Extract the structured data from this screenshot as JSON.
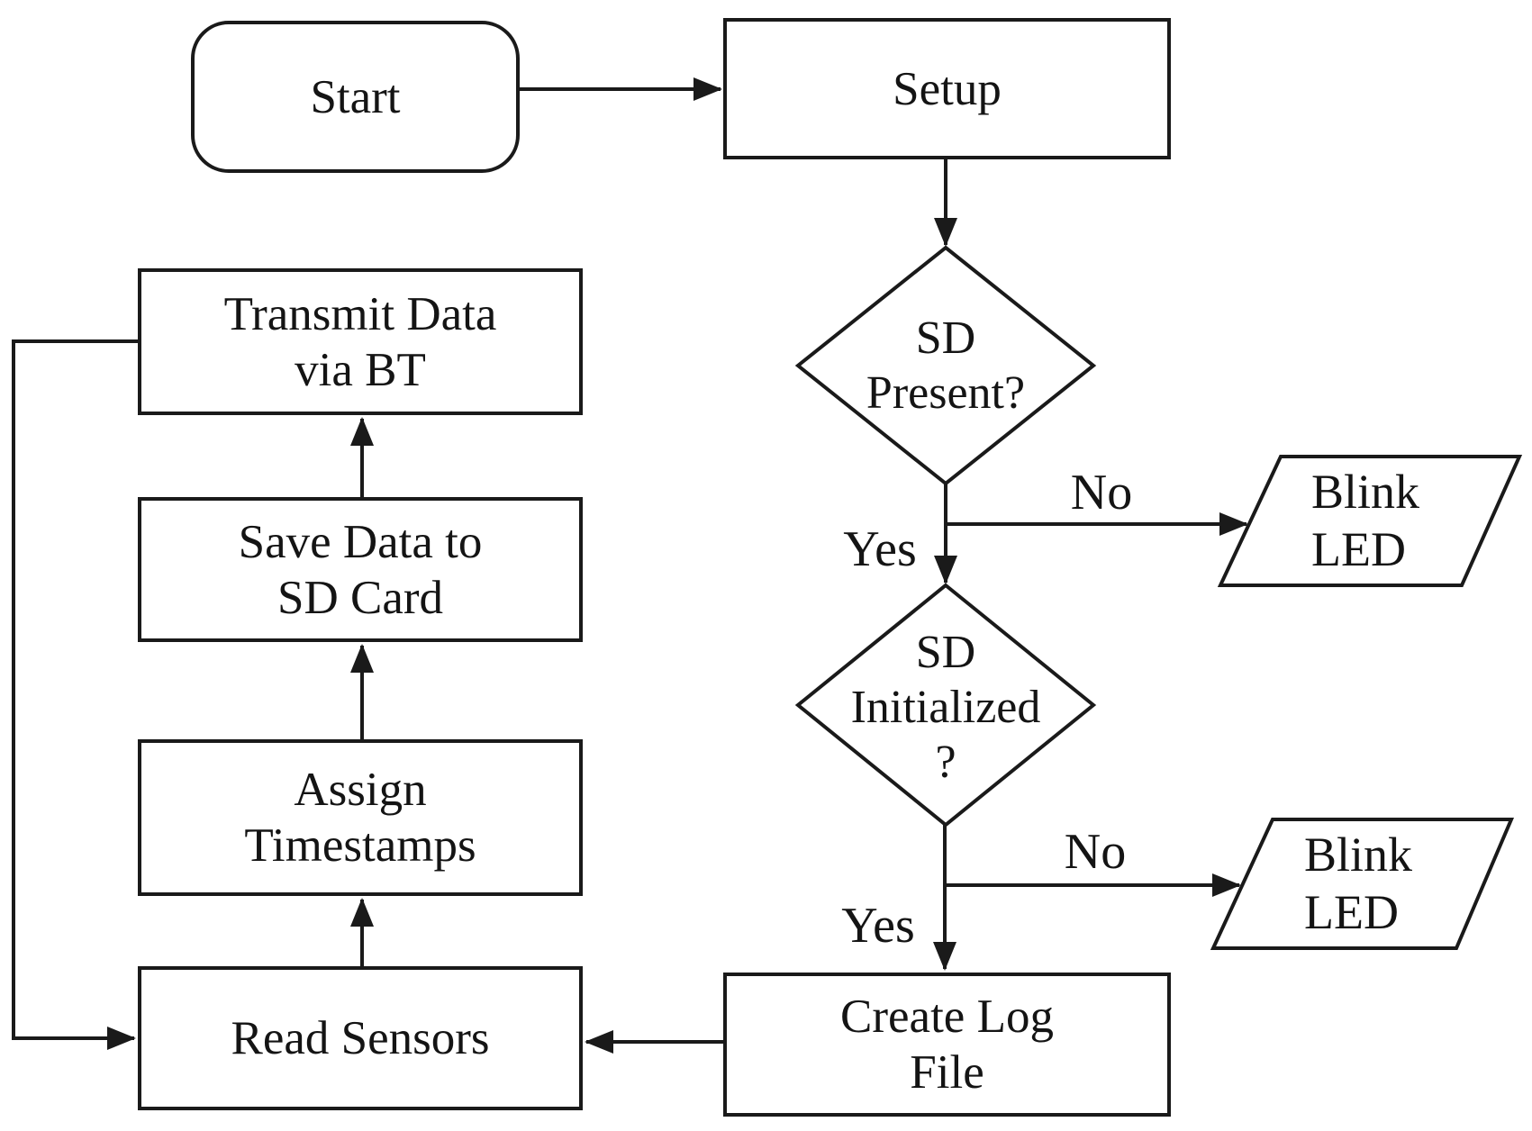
{
  "flowchart": {
    "colors": {
      "stroke": "#1a1a1a",
      "text": "#141414",
      "background": "#ffffff"
    },
    "nodes": {
      "start": {
        "type": "terminator",
        "label": "Start"
      },
      "setup": {
        "type": "process",
        "label": "Setup"
      },
      "sd_present": {
        "type": "decision",
        "label": "SD\nPresent?"
      },
      "blink_led_1": {
        "type": "input-output",
        "label": "Blink\nLED"
      },
      "sd_initialized": {
        "type": "decision",
        "label": "SD\nInitialized\n?"
      },
      "blink_led_2": {
        "type": "input-output",
        "label": "Blink\nLED"
      },
      "create_log_file": {
        "type": "process",
        "label": "Create Log\nFile"
      },
      "read_sensors": {
        "type": "process",
        "label": "Read Sensors"
      },
      "assign_timestamps": {
        "type": "process",
        "label": "Assign\nTimestamps"
      },
      "save_data": {
        "type": "process",
        "label": "Save Data to\nSD Card"
      },
      "transmit_data": {
        "type": "process",
        "label": "Transmit Data\nvia BT"
      }
    },
    "edge_labels": {
      "sd_present_yes": "Yes",
      "sd_present_no": "No",
      "sd_initialized_yes": "Yes",
      "sd_initialized_no": "No"
    },
    "edges": [
      {
        "from": "Start",
        "to": "Setup"
      },
      {
        "from": "Setup",
        "to": "SD Present?"
      },
      {
        "from": "SD Present?",
        "to": "SD Initialized?",
        "label": "Yes"
      },
      {
        "from": "SD Present?",
        "to": "Blink LED",
        "label": "No"
      },
      {
        "from": "SD Initialized?",
        "to": "Create Log File",
        "label": "Yes"
      },
      {
        "from": "SD Initialized?",
        "to": "Blink LED",
        "label": "No"
      },
      {
        "from": "Create Log File",
        "to": "Read Sensors"
      },
      {
        "from": "Read Sensors",
        "to": "Assign Timestamps"
      },
      {
        "from": "Assign Timestamps",
        "to": "Save Data to SD Card"
      },
      {
        "from": "Save Data to SD Card",
        "to": "Transmit Data via BT"
      },
      {
        "from": "Transmit Data via BT",
        "to": "Read Sensors"
      }
    ]
  }
}
